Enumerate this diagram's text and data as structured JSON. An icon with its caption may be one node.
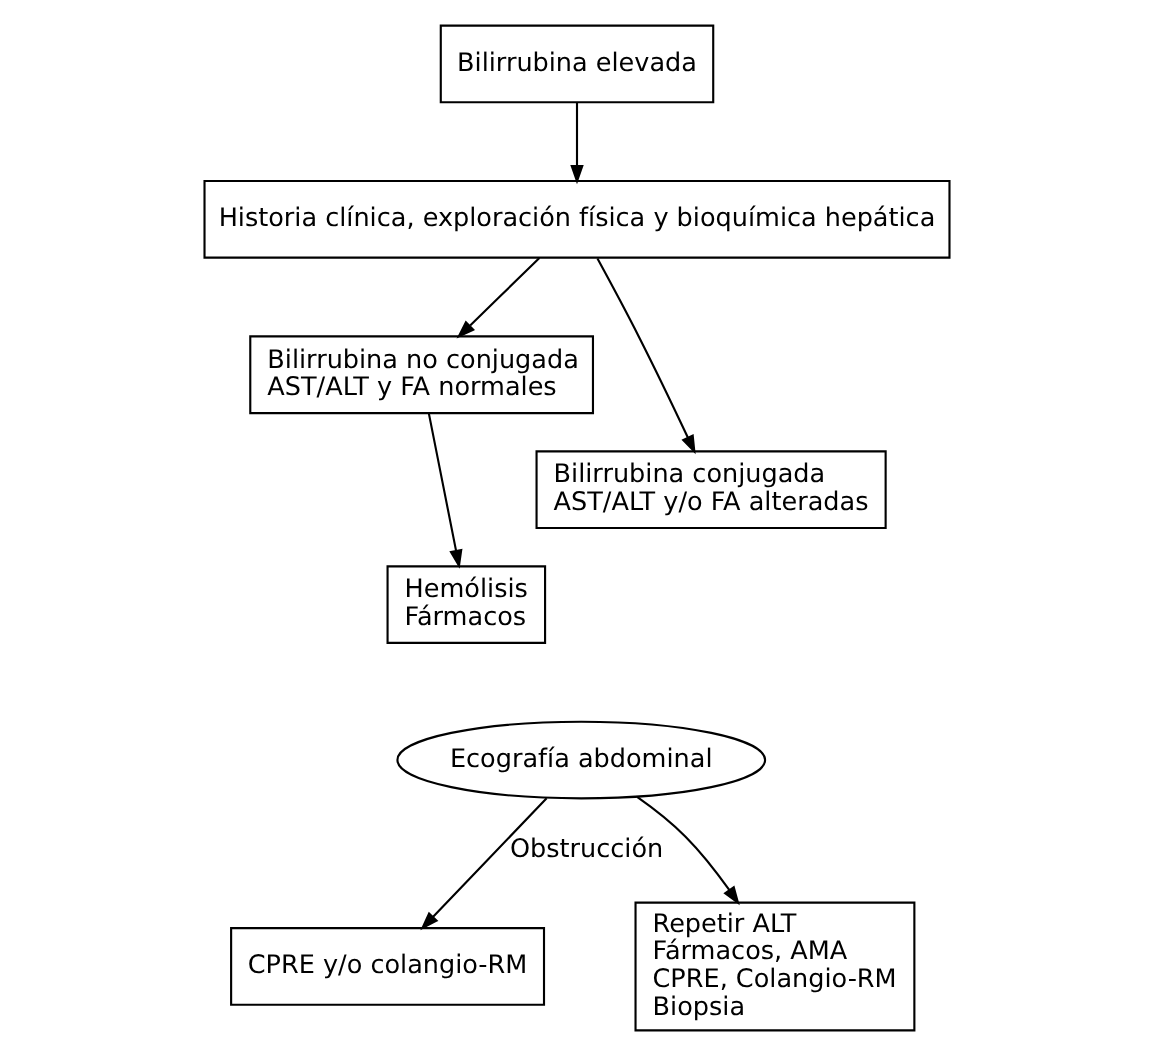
{
  "diagram": {
    "nodes": [
      {
        "text": [
          "Bilirrubina elevada"
        ]
      },
      {
        "text": [
          "Historia clínica, exploración física y bioquímica hepática"
        ]
      },
      {
        "text": [
          "Bilirrubina no conjugada",
          "AST/ALT y FA normales"
        ]
      },
      {
        "text": [
          "Bilirrubina conjugada",
          "AST/ALT y/o FA alteradas"
        ]
      },
      {
        "text": [
          "Hemólisis",
          "Fármacos"
        ]
      },
      {
        "text": [
          "Ecografía abdominal"
        ]
      },
      {
        "text": [
          "CPRE y/o colangio-RM"
        ]
      },
      {
        "text": [
          "Repetir ALT",
          "Fármacos, AMA",
          "CPRE, Colangio-RM",
          "Biopsia"
        ]
      }
    ],
    "edges": [
      {
        "from": 0,
        "to": 1,
        "arrow": "to"
      },
      {
        "from": 1,
        "to": 2,
        "arrow": "to"
      },
      {
        "from": 1,
        "to": 3,
        "arrow": "to"
      },
      {
        "from": 2,
        "to": 4,
        "arrow": "to"
      },
      {
        "from": 5,
        "to": 6,
        "label": "Obstrucción",
        "arrow": "to"
      },
      {
        "from": 5,
        "to": 7,
        "arrow": "to"
      }
    ]
  }
}
